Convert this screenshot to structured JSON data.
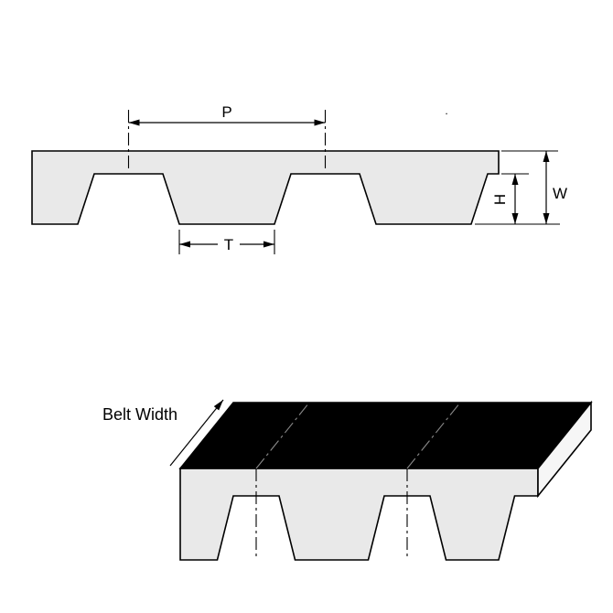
{
  "cross_section": {
    "pitch_label": "P",
    "tooth_width_label": "T",
    "tooth_height_label": "H",
    "belt_thickness_label": "W",
    "stray_mark": "."
  },
  "isometric": {
    "belt_width_label": "Belt Width"
  },
  "colors": {
    "belt_fill": "#e9e9e9",
    "top_face_fill": "#000000",
    "end_face_fill": "#f6f6f6",
    "line": "#000000"
  }
}
